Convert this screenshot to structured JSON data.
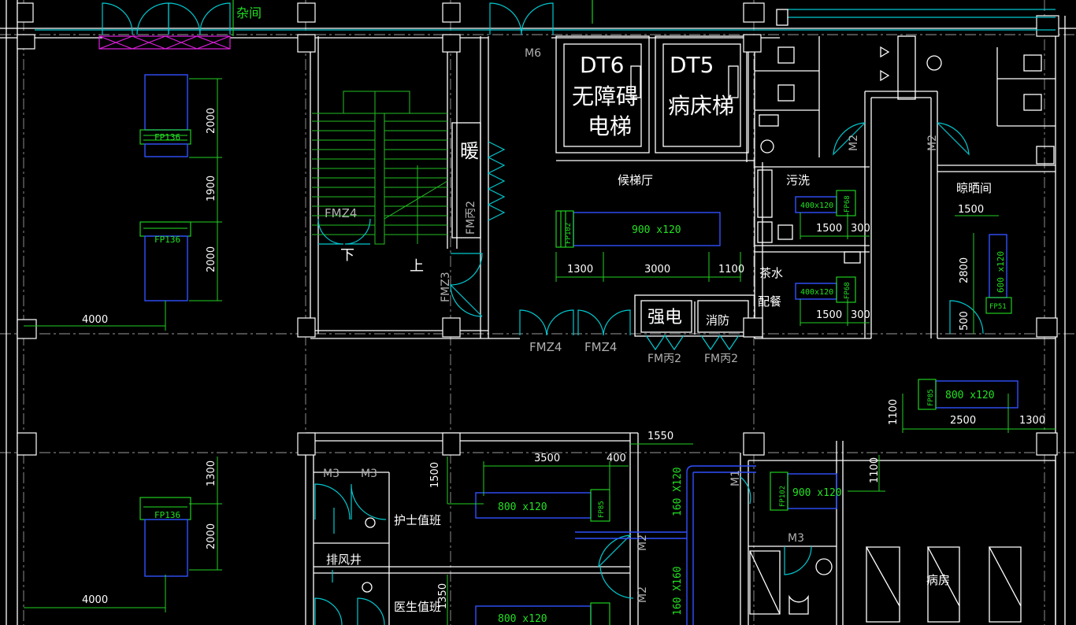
{
  "rooms": {
    "elevator_dt6_code": "DT6",
    "elevator_dt6_name_1": "无障碍",
    "elevator_dt6_name_2": "电梯",
    "elevator_dt5_code": "DT5",
    "elevator_dt5_name": "病床梯",
    "lobby": "候梯厅",
    "wash": "污洗",
    "drying": "晾晒间",
    "tea_1": "茶水",
    "tea_2": "配餐",
    "electric": "强电",
    "fire": "消防",
    "nurse_duty": "护士值班",
    "doctor_duty": "医生值班",
    "exhaust": "排风井",
    "ward": "病房",
    "heating": "暖",
    "misc": "杂间",
    "up": "上",
    "down": "下"
  },
  "doors": {
    "m6": "M6",
    "m2": "M2",
    "m3": "M3",
    "m1": "M1",
    "fmz4": "FMZ4",
    "fmz3": "FMZ3",
    "fm_c2": "FM丙2"
  },
  "equipment": {
    "fp136": "FP136",
    "fp102": "FP102",
    "fp68": "FP68",
    "fp51": "FP51",
    "fp85": "FP85",
    "duct_900x120": "900 x120",
    "duct_800x120": "800 x120",
    "duct_600x120": "600 x120",
    "duct_400x120": "400x120",
    "duct_160x120": "160 X120",
    "duct_160x160": "160 X160"
  },
  "dimensions": {
    "d2000": "2000",
    "d1900": "1900",
    "d4000": "4000",
    "d1300": "1300",
    "d3000": "3000",
    "d1100": "1100",
    "d1500": "1500",
    "d300": "300",
    "d2800": "2800",
    "d500": "500",
    "d2500": "2500",
    "d1550": "1550",
    "d3500": "3500",
    "d400": "400",
    "d1350": "1350"
  },
  "colors": {
    "background": "#000000",
    "wall": "#ffffff",
    "door": "#00c8d0",
    "dimension": "#22d022",
    "duct": "#3050ff",
    "grid": "#9a9a9a"
  }
}
